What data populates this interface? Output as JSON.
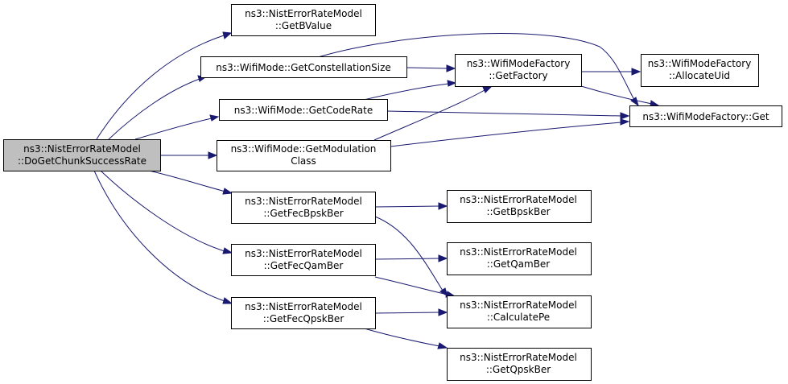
{
  "colors": {
    "edge": "#191970",
    "root_fill": "#bfbfbf",
    "node_fill": "#ffffff",
    "border": "#000000"
  },
  "nodes": {
    "root": {
      "lines": [
        "ns3::NistErrorRateModel",
        "::DoGetChunkSuccessRate"
      ]
    },
    "getbvalue": {
      "lines": [
        "ns3::NistErrorRateModel",
        "::GetBValue"
      ]
    },
    "constsize": {
      "lines": [
        "ns3::WifiMode::GetConstellationSize"
      ]
    },
    "coderate": {
      "lines": [
        "ns3::WifiMode::GetCodeRate"
      ]
    },
    "modclass": {
      "lines": [
        "ns3::WifiMode::GetModulation",
        "Class"
      ]
    },
    "fecbpsk": {
      "lines": [
        "ns3::NistErrorRateModel",
        "::GetFecBpskBer"
      ]
    },
    "fecqam": {
      "lines": [
        "ns3::NistErrorRateModel",
        "::GetFecQamBer"
      ]
    },
    "fecqpsk": {
      "lines": [
        "ns3::NistErrorRateModel",
        "::GetFecQpskBer"
      ]
    },
    "getfactory": {
      "lines": [
        "ns3::WifiModeFactory",
        "::GetFactory"
      ]
    },
    "allocateuid": {
      "lines": [
        "ns3::WifiModeFactory",
        "::AllocateUid"
      ]
    },
    "wmfget": {
      "lines": [
        "ns3::WifiModeFactory::Get"
      ]
    },
    "bpskber": {
      "lines": [
        "ns3::NistErrorRateModel",
        "::GetBpskBer"
      ]
    },
    "qamber": {
      "lines": [
        "ns3::NistErrorRateModel",
        "::GetQamBer"
      ]
    },
    "calculatepe": {
      "lines": [
        "ns3::NistErrorRateModel",
        "::CalculatePe"
      ]
    },
    "qpskber": {
      "lines": [
        "ns3::NistErrorRateModel",
        "::GetQpskBer"
      ]
    }
  },
  "edges": [
    {
      "from": "root",
      "to": "getbvalue"
    },
    {
      "from": "root",
      "to": "constsize"
    },
    {
      "from": "root",
      "to": "coderate"
    },
    {
      "from": "root",
      "to": "modclass"
    },
    {
      "from": "root",
      "to": "fecbpsk"
    },
    {
      "from": "root",
      "to": "fecqam"
    },
    {
      "from": "root",
      "to": "fecqpsk"
    },
    {
      "from": "constsize",
      "to": "getfactory"
    },
    {
      "from": "constsize",
      "to": "wmfget"
    },
    {
      "from": "coderate",
      "to": "getfactory"
    },
    {
      "from": "coderate",
      "to": "wmfget"
    },
    {
      "from": "modclass",
      "to": "getfactory"
    },
    {
      "from": "modclass",
      "to": "wmfget"
    },
    {
      "from": "getfactory",
      "to": "allocateuid"
    },
    {
      "from": "getfactory",
      "to": "wmfget"
    },
    {
      "from": "fecbpsk",
      "to": "bpskber"
    },
    {
      "from": "fecbpsk",
      "to": "calculatepe"
    },
    {
      "from": "fecqam",
      "to": "qamber"
    },
    {
      "from": "fecqam",
      "to": "calculatepe"
    },
    {
      "from": "fecqpsk",
      "to": "calculatepe"
    },
    {
      "from": "fecqpsk",
      "to": "qpskber"
    }
  ]
}
